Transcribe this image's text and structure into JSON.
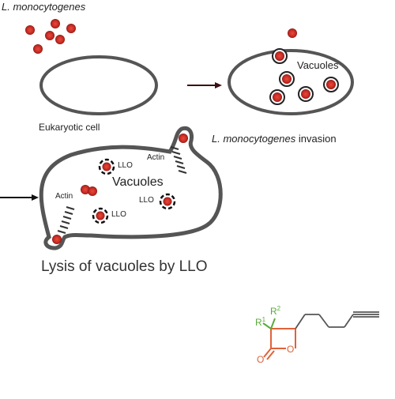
{
  "labels": {
    "bacteria": "L. monocytogenes",
    "cell": "Eukaryotic cell",
    "vacuoles_top": "Vacuoles",
    "invasion_species": "L. monocytogenes",
    "invasion_word": " invasion",
    "vacuoles_bottom": "Vacuoles",
    "actin_left": "Actin",
    "actin_right": "Actin",
    "llo_1": "LLO",
    "llo_2": "LLO",
    "llo_3": "LLO",
    "lysis": "Lysis of vacuoles by LLO"
  },
  "structure": {
    "r1": "R",
    "r1_sup": "1",
    "r2": "R",
    "r2_sup": "2",
    "carbonyl_o": "O",
    "ring_o": "O"
  },
  "colors": {
    "bacterium_fill": "#d0312d",
    "outline": "#555555",
    "green_substituents": "#5aaa3c",
    "orange_lactone": "#e0623a"
  }
}
